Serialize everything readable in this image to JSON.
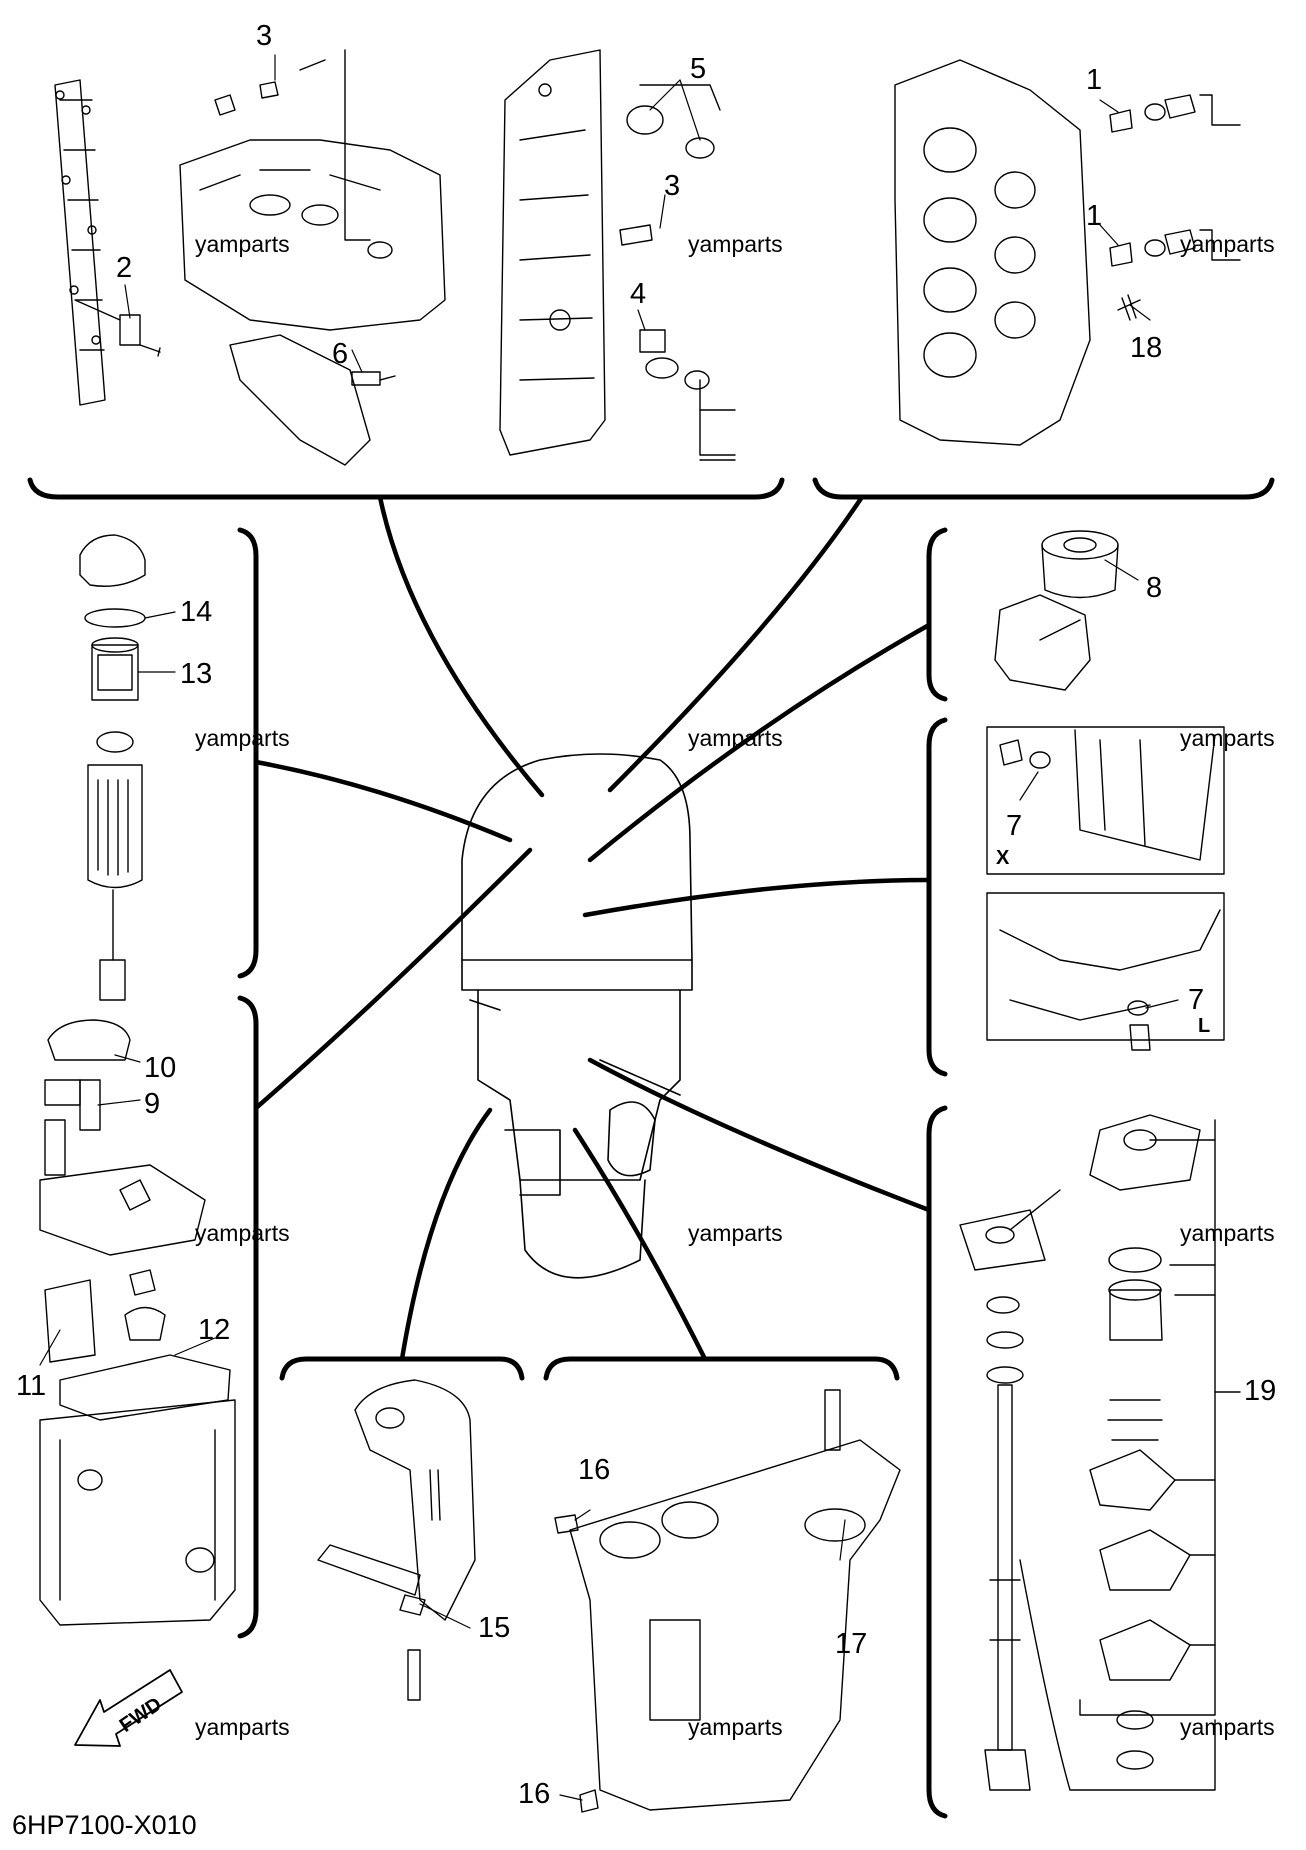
{
  "diagram": {
    "code": "6HP7100-X010",
    "fwd_label": "FWD",
    "watermark": "yamparts",
    "view_x": "X",
    "view_l": "L",
    "callouts": {
      "c1a": "1",
      "c1b": "1",
      "c2": "2",
      "c3a": "3",
      "c3b": "3",
      "c4": "4",
      "c5": "5",
      "c6": "6",
      "c7a": "7",
      "c7b": "7",
      "c8": "8",
      "c9": "9",
      "c10": "10",
      "c11": "11",
      "c12": "12",
      "c13": "13",
      "c14": "14",
      "c15": "15",
      "c16a": "16",
      "c16b": "16",
      "c17": "17",
      "c18": "18",
      "c19": "19"
    }
  }
}
